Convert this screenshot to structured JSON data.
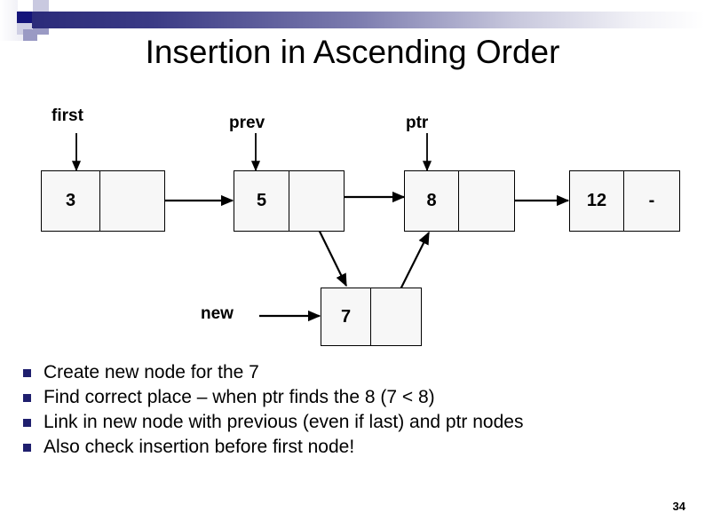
{
  "slide": {
    "title": "Insertion in Ascending Order",
    "page_number": "34"
  },
  "theme": {
    "bullet_color": "#1f1f6e",
    "gradient_start": "#2b2b7a",
    "gradient_end": "#ffffff",
    "node_fill": "#f7f7f7",
    "line_color": "#000000"
  },
  "diagram": {
    "pointer_labels": [
      {
        "name": "first",
        "text": "first"
      },
      {
        "name": "prev",
        "text": "prev"
      },
      {
        "name": "ptr",
        "text": "ptr"
      },
      {
        "name": "new",
        "text": "new"
      }
    ],
    "nodes": [
      {
        "name": "node-3",
        "value": "3",
        "link": ""
      },
      {
        "name": "node-5",
        "value": "5",
        "link": ""
      },
      {
        "name": "node-8",
        "value": "8",
        "link": ""
      },
      {
        "name": "node-12",
        "value": "12",
        "link": "-"
      },
      {
        "name": "node-7-new",
        "value": "7",
        "link": ""
      }
    ]
  },
  "bullets": [
    "Create new node for the 7",
    "Find correct place – when ptr finds the 8 (7 < 8)",
    "Link in new node with previous (even if last) and ptr nodes",
    "Also check insertion before first node!"
  ]
}
